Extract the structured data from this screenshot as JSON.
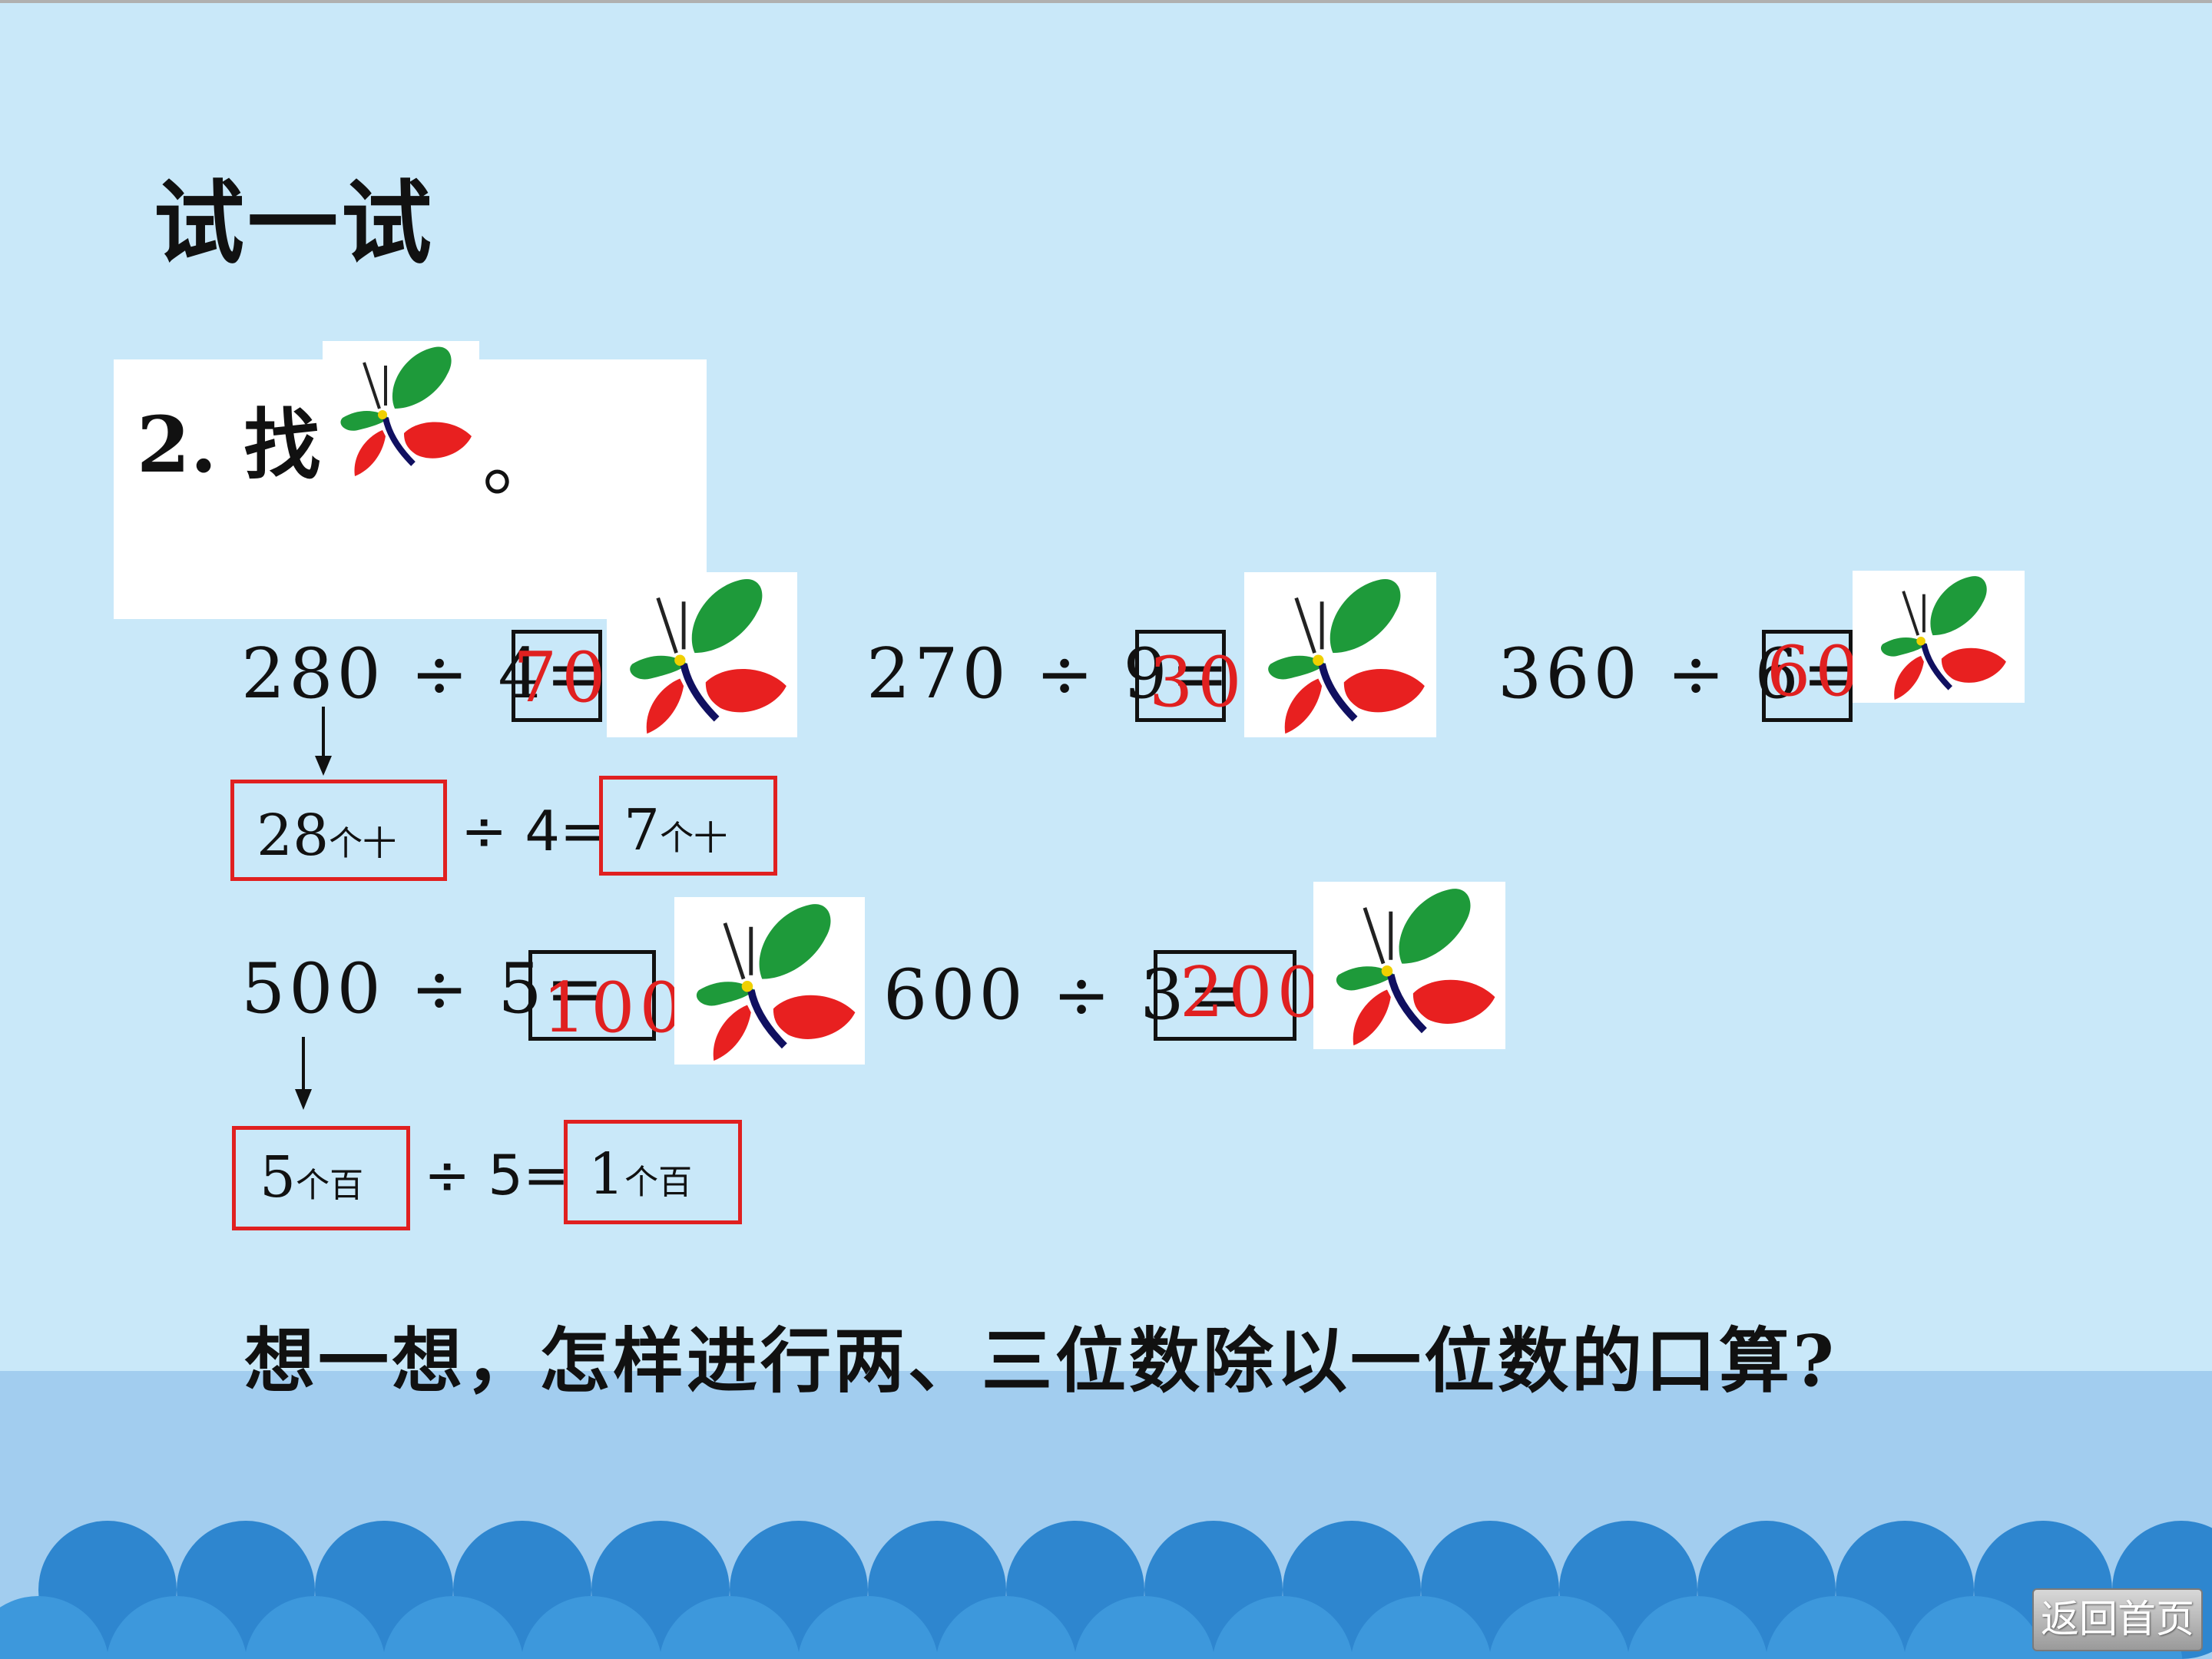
{
  "title": "试一试",
  "question": {
    "text": "2. 找",
    "end_mark": "。"
  },
  "equations": [
    {
      "expr": "280 ÷ 4=",
      "answer": "70"
    },
    {
      "expr": "270 ÷ 9=",
      "answer": "30"
    },
    {
      "expr": "360 ÷ 6=",
      "answer": "60"
    },
    {
      "expr": "500 ÷ 5=",
      "answer": "100"
    },
    {
      "expr": "600 ÷ 3=",
      "answer": "200"
    }
  ],
  "reasoning": [
    {
      "left_num": "28",
      "left_unit": "个十",
      "op": "÷ 4=",
      "right_num": "7",
      "right_unit": "个十"
    },
    {
      "left_num": "5",
      "left_unit": "个百",
      "op": "÷ 5=",
      "right_num": "1",
      "right_unit": "个百"
    }
  ],
  "prompt": "想一想，怎样进行两、三位数除以一位数的口算?",
  "nav": {
    "home_label": "返回首页"
  },
  "icons": {
    "flower": "flower-icon",
    "arrow": "arrow-down-icon"
  },
  "colors": {
    "background": "#c9e8f9",
    "answer": "#e02020",
    "wave": "#2e86cf",
    "band": "#a2cdef"
  }
}
